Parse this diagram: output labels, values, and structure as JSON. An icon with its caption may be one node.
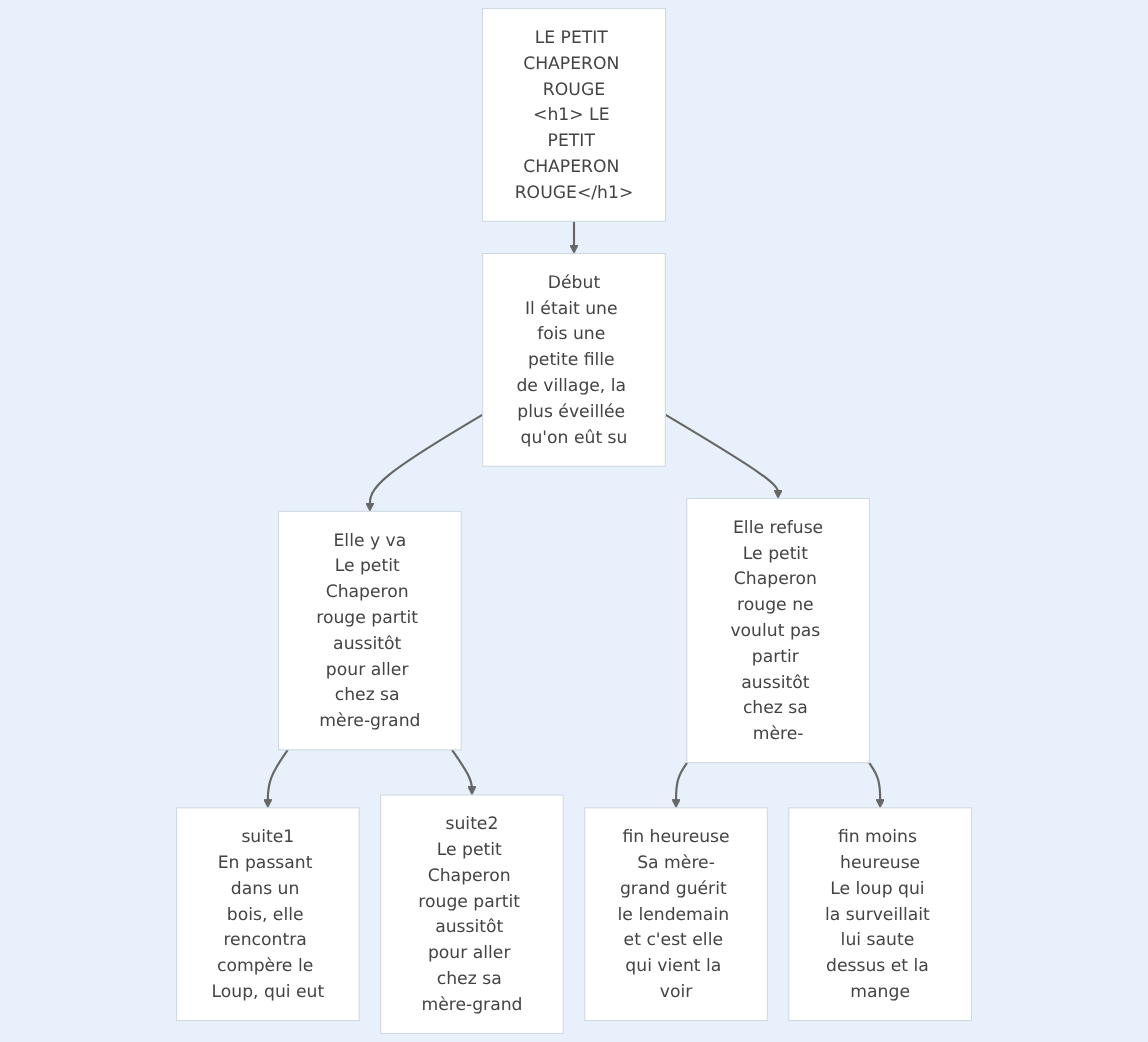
{
  "diagram": {
    "nodes": [
      {
        "text": [
          "LE PETIT CHAPERON ROUGE",
          "<h1> LE PETIT CHAPERON ROUGE</h1>"
        ]
      },
      {
        "text": [
          "Début",
          "Il était une fois une petite fille de village, la plus éveillée qu'on eût su"
        ]
      },
      {
        "text": [
          "Elle y va",
          "Le petit Chaperon rouge partit aussitôt pour aller chez sa mère-grand"
        ]
      },
      {
        "text": [
          "Elle refuse",
          "Le petit Chaperon rouge ne voulut pas partir aussitôt chez sa mère-"
        ]
      },
      {
        "text": [
          "suite1",
          "En passant dans un bois, elle rencontra compère le Loup, qui eut"
        ]
      },
      {
        "text": [
          "suite2",
          "Le petit Chaperon rouge partit aussitôt pour aller chez sa mère-grand"
        ]
      },
      {
        "text": [
          "fin heureuse",
          "Sa mère-grand guérit le lendemain et c'est elle qui vient la voir"
        ]
      },
      {
        "text": [
          "fin moins heureuse",
          "Le loup qui la surveillait lui saute dessus et la mange"
        ]
      }
    ],
    "edges": [
      {
        "from": 0,
        "to": 1,
        "arrow": "to"
      },
      {
        "from": 1,
        "to": 2,
        "arrow": "to"
      },
      {
        "from": 1,
        "to": 3,
        "arrow": "to"
      },
      {
        "from": 2,
        "to": 4,
        "arrow": "to"
      },
      {
        "from": 2,
        "to": 5,
        "arrow": "to"
      },
      {
        "from": 3,
        "to": 6,
        "arrow": "to"
      },
      {
        "from": 3,
        "to": 7,
        "arrow": "to"
      }
    ]
  }
}
